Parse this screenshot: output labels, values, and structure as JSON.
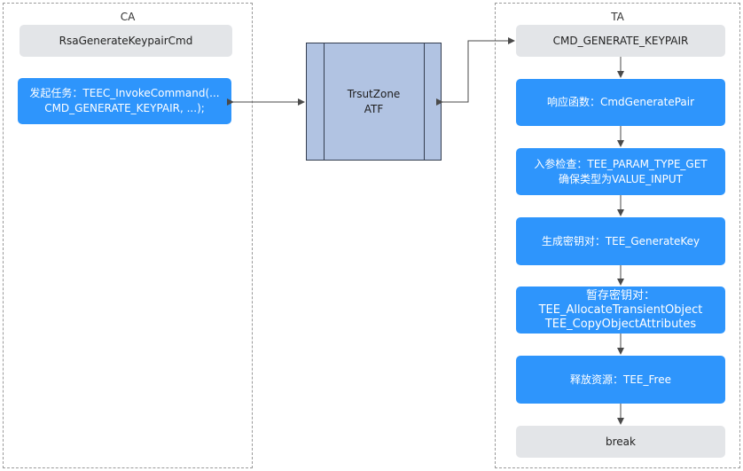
{
  "lanes": {
    "ca": {
      "title": "CA"
    },
    "ta": {
      "title": "TA"
    }
  },
  "ca": {
    "cmd_label": "RsaGenerateKeypairCmd",
    "invoke_line1": "发起任务：TEEC_InvokeCommand(...",
    "invoke_line2": "CMD_GENERATE_KEYPAIR, ...);"
  },
  "trustzone": {
    "line1": "TrsutZone",
    "line2": "ATF"
  },
  "ta": {
    "steps": [
      {
        "lines": [
          "CMD_GENERATE_KEYPAIR"
        ]
      },
      {
        "lines": [
          "响应函数：CmdGeneratePair"
        ]
      },
      {
        "lines": [
          "入参检查：TEE_PARAM_TYPE_GET",
          "确保类型为VALUE_INPUT"
        ]
      },
      {
        "lines": [
          "生成密钥对：TEE_GenerateKey"
        ]
      },
      {
        "lines": [
          "暂存密钥对：",
          "TEE_AllocateTransientObject",
          "TEE_CopyObjectAttributes"
        ]
      },
      {
        "lines": [
          "释放资源：TEE_Free"
        ]
      },
      {
        "lines": [
          "break"
        ]
      }
    ]
  },
  "colors": {
    "blue_box": "#2e95fc",
    "gray_box": "#e3e5e8",
    "trustzone_fill": "#b1c3e2",
    "connector": "#4a4a4a"
  }
}
